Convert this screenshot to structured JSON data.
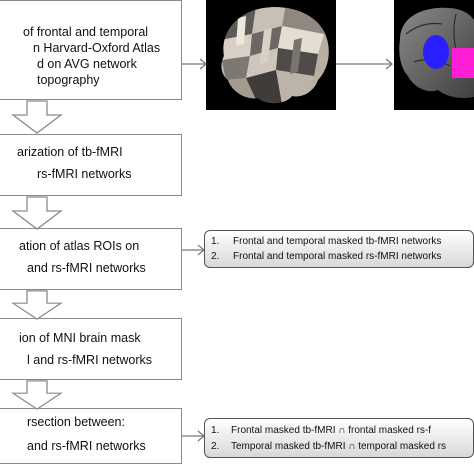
{
  "steps": [
    {
      "lines": [
        "of frontal and temporal",
        "n Harvard-Oxford Atlas",
        "d on AVG network",
        "topography"
      ]
    },
    {
      "lines": [
        "arization of tb-fMRI",
        "rs-fMRI networks"
      ]
    },
    {
      "lines": [
        "ation of atlas ROIs on",
        "and rs-fMRI networks"
      ]
    },
    {
      "lines": [
        "ion of MNI brain mask",
        "l and rs-fMRI networks"
      ]
    },
    {
      "lines": [
        "rsection between:",
        "and rs-fMRI networks"
      ]
    }
  ],
  "outputs": [
    {
      "items": [
        {
          "num": "1.",
          "text": "Frontal and temporal masked tb-fMRI networks"
        },
        {
          "num": "2.",
          "text": "Frontal and temporal masked rs-fMRI networks"
        }
      ]
    },
    {
      "items": [
        {
          "num": "1.",
          "text": "Frontal masked tb-fMRI ∩ frontal masked rs-f"
        },
        {
          "num": "2.",
          "text": "Temporal masked tb-fMRI ∩ temporal masked rs"
        }
      ]
    }
  ],
  "colors": {
    "box_border": "#8a8a8a",
    "arrow_fill": "#ffffff",
    "arrow_stroke": "#8a8a8a",
    "roi_frontal": "#ff1fd6",
    "roi_temporal": "#2a1fff"
  }
}
